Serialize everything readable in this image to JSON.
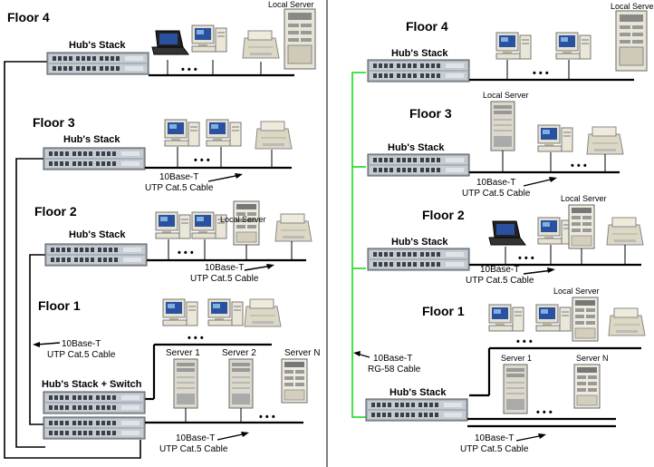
{
  "left": {
    "floors": [
      "Floor 4",
      "Floor 3",
      "Floor 2",
      "Floor 1"
    ],
    "hub_label": "Hub's Stack",
    "hub_switch_label": "Hub's Stack + Switch",
    "local_server": "Local Server",
    "cable_line1": "10Base-T",
    "cable_line2": "UTP Cat.5 Cable",
    "servers": [
      "Server 1",
      "Server 2",
      "Server N"
    ],
    "ellipsis": "• • •"
  },
  "right": {
    "floors": [
      "Floor 4",
      "Floor 3",
      "Floor 2",
      "Floor 1"
    ],
    "hub_label": "Hub's Stack",
    "local_server": "Local Server",
    "cable_line1": "10Base-T",
    "cable_line2": "UTP Cat.5 Cable",
    "rg_line1": "10Base-T",
    "rg_line2": "RG-58 Cable",
    "servers": [
      "Server 1",
      "Server N"
    ],
    "ellipsis": "• • •"
  },
  "colors": {
    "backbone_left": "#000000",
    "backbone_right": "#33dd33",
    "hub_body": "#a8b0b8",
    "hub_port": "#3a4048",
    "monitor_screen": "#2a50a0",
    "beige": "#e6e2d2",
    "printer": "#ddd8c4"
  }
}
